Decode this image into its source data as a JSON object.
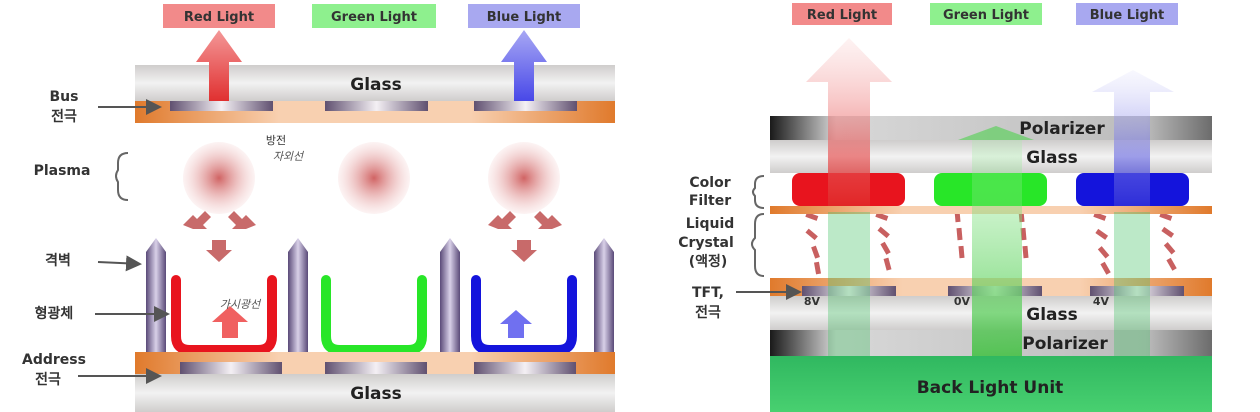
{
  "left": {
    "header_labels": [
      "Red Light",
      "Green Light",
      "Blue Light"
    ],
    "header_colors": [
      "#f28a8a",
      "#8ef08e",
      "#a8a8f0"
    ],
    "top_glass": "Glass",
    "bottom_glass": "Glass",
    "side_labels": {
      "bus_line1": "Bus",
      "bus_line2": "전극",
      "plasma": "Plasma",
      "barrier": "격벽",
      "phosphor": "형광체",
      "address_line1": "Address",
      "address_line2": "전극"
    },
    "discharge_line1": "방전",
    "discharge_line2": "자외선",
    "visible_light": "가시광선"
  },
  "right": {
    "header_labels": [
      "Red Light",
      "Green Light",
      "Blue Light"
    ],
    "header_colors": [
      "#f28a8a",
      "#8ef08e",
      "#a8a8f0"
    ],
    "layers": {
      "top_polarizer": "Polarizer",
      "top_glass": "Glass",
      "bottom_glass": "Glass",
      "bottom_polarizer": "Polarizer",
      "backlight": "Back Light Unit"
    },
    "side_labels": {
      "color_filter_1": "Color",
      "color_filter_2": "Filter",
      "lc_1": "Liquid",
      "lc_2": "Crystal",
      "lc_3": "(액정)",
      "tft_1": "TFT,",
      "tft_2": "전극"
    },
    "voltages": [
      "8V",
      "0V",
      "4V"
    ]
  },
  "colors": {
    "red": "#e8141e",
    "green": "#28e628",
    "blue": "#1414dc",
    "orange": "#e88436"
  }
}
